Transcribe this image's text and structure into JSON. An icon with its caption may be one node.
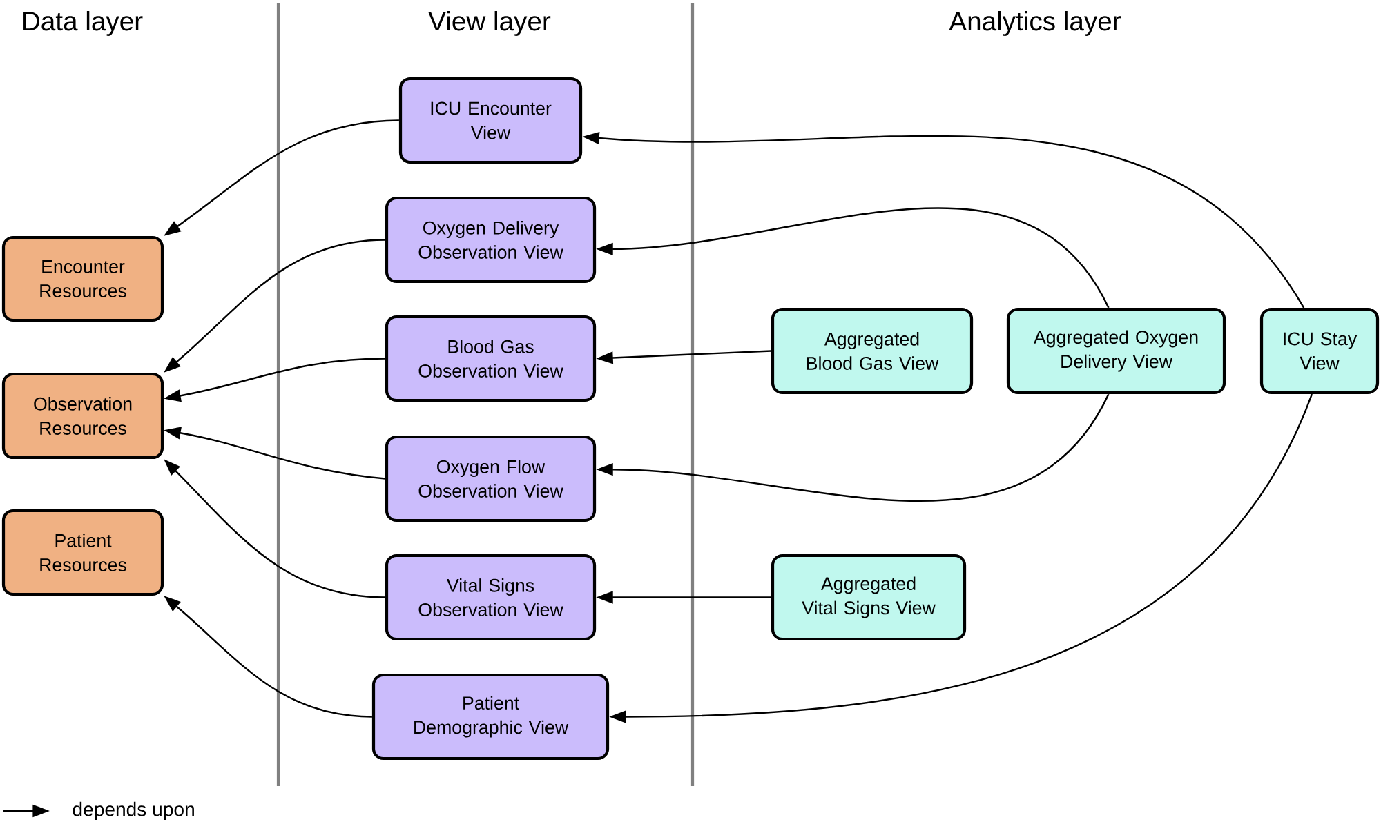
{
  "diagram": {
    "nodes": [
      {
        "text": [
          "Encounter Resources"
        ]
      },
      {
        "text": [
          "Observation Resources"
        ]
      },
      {
        "text": [
          "Patient Resources"
        ]
      },
      {
        "text": [
          "ICU Encounter View"
        ]
      },
      {
        "text": [
          "Oxygen Delivery Observation View"
        ]
      },
      {
        "text": [
          "Blood Gas Observation View"
        ]
      },
      {
        "text": [
          "Oxygen Flow Observation View"
        ]
      },
      {
        "text": [
          "Vital Signs Observation View"
        ]
      },
      {
        "text": [
          "Patient Demographic View"
        ]
      },
      {
        "text": [
          "Aggregated Blood Gas View"
        ]
      },
      {
        "text": [
          "Aggregated Oxygen Delivery View"
        ]
      },
      {
        "text": [
          "ICU Stay View"
        ]
      },
      {
        "text": [
          "Aggregated Vital Signs View"
        ]
      }
    ],
    "edges": [
      {
        "from": 3,
        "to": 0,
        "arrow": "to"
      },
      {
        "from": 4,
        "to": 1,
        "arrow": "to"
      },
      {
        "from": 5,
        "to": 1,
        "arrow": "to"
      },
      {
        "from": 6,
        "to": 1,
        "arrow": "to"
      },
      {
        "from": 7,
        "to": 1,
        "arrow": "to"
      },
      {
        "from": 8,
        "to": 2,
        "arrow": "to"
      },
      {
        "from": 11,
        "to": 3,
        "arrow": "to"
      },
      {
        "from": 10,
        "to": 4,
        "arrow": "to"
      },
      {
        "from": 9,
        "to": 5,
        "arrow": "to"
      },
      {
        "from": 10,
        "to": 6,
        "arrow": "to"
      },
      {
        "from": 12,
        "to": 7,
        "arrow": "to"
      },
      {
        "from": 11,
        "to": 8,
        "arrow": "to"
      }
    ],
    "labels": [
      "Data layer",
      "View layer",
      "Analytics layer"
    ],
    "legend": [
      {
        "text": "depends upon"
      }
    ]
  }
}
